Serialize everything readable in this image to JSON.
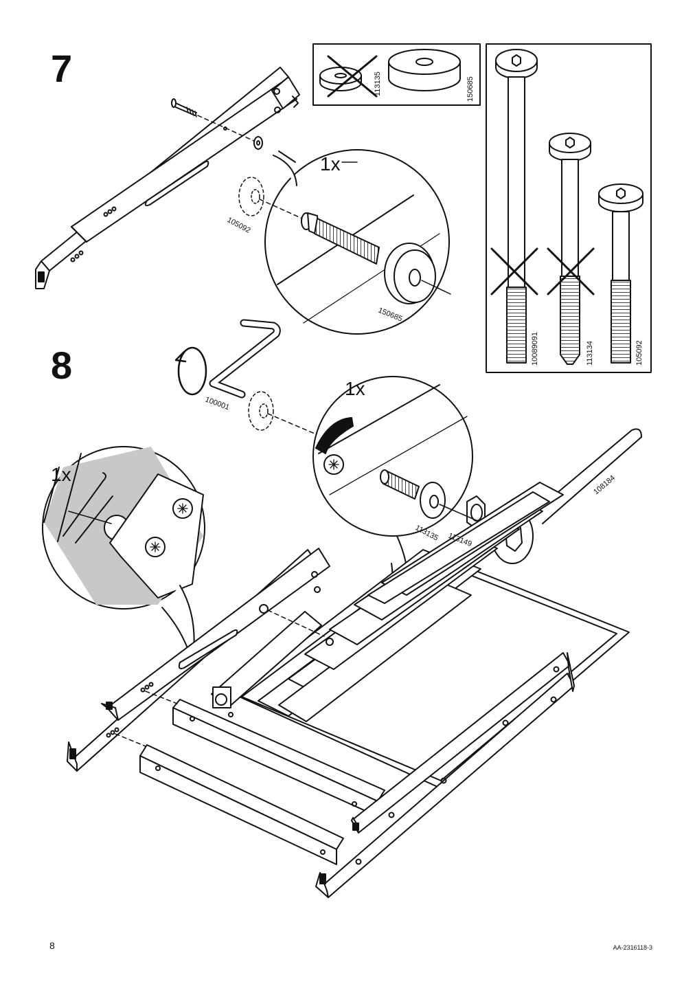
{
  "steps": [
    {
      "number": "7",
      "quantity": "1x"
    },
    {
      "number": "8",
      "quantity_detail_left": "1x",
      "quantity_detail_right": "1x"
    }
  ],
  "parts": {
    "washer_crossed": "113135",
    "washer_thick": "150685",
    "bolt_long": "10089091",
    "bolt_medium": "113134",
    "bolt_short": "105092",
    "step7_dowel": "105092",
    "step7_washer": "150685",
    "allen_key": "100001",
    "spanner": "108184",
    "step8_washer": "113135",
    "step8_nut": "113149"
  },
  "footer": {
    "page_number": "8",
    "doc_code": "AA-2316118-3"
  },
  "colors": {
    "ink": "#111111",
    "hatch_gray": "#c8c8c8",
    "paper": "#ffffff"
  }
}
